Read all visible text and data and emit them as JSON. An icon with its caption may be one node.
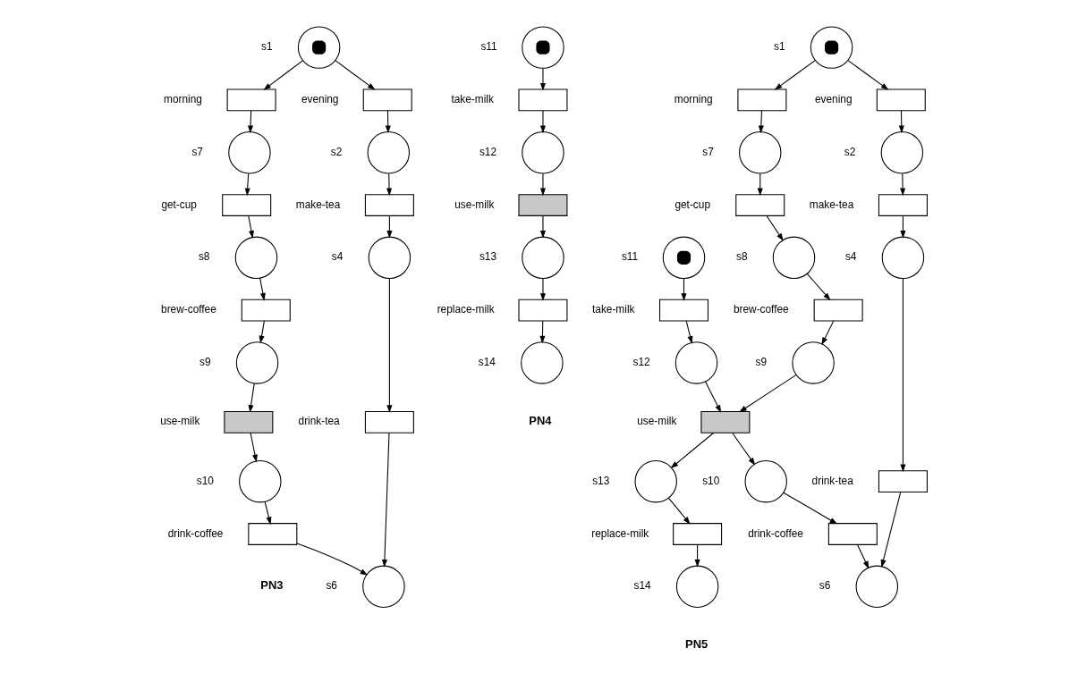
{
  "diagram": {
    "nodes": [
      {
        "text": [],
        "shape": "circle",
        "beside": [
          "s1"
        ]
      },
      {
        "text": [],
        "shape": "box",
        "beside": [
          "morning"
        ]
      },
      {
        "text": [],
        "shape": "circle",
        "beside": [
          "s7"
        ]
      },
      {
        "text": [],
        "shape": "box",
        "beside": [
          "evening"
        ]
      },
      {
        "text": [],
        "shape": "box",
        "beside": [
          "get-cup"
        ]
      },
      {
        "text": [],
        "shape": "circle",
        "beside": [
          "s2"
        ]
      },
      {
        "text": [],
        "shape": "circle",
        "beside": [
          "s8"
        ]
      },
      {
        "text": [],
        "shape": "box",
        "beside": [
          "make-tea"
        ]
      },
      {
        "text": [],
        "shape": "box",
        "beside": [
          "brew-coffee"
        ]
      },
      {
        "text": [],
        "shape": "circle",
        "beside": [
          "s4"
        ]
      },
      {
        "text": [],
        "shape": "circle",
        "beside": [
          "s9"
        ]
      },
      {
        "text": [],
        "shape": "box",
        "beside": [
          "drink-tea"
        ]
      },
      {
        "text": [],
        "shape": "box",
        "beside": [
          "use-milk"
        ]
      },
      {
        "text": [],
        "shape": "circle",
        "beside": [
          "s10"
        ]
      },
      {
        "text": [],
        "shape": "circle",
        "beside": [
          "s6"
        ]
      },
      {
        "text": [],
        "shape": "box",
        "beside": [
          "drink-coffee"
        ]
      },
      {
        "text": [],
        "shape": "circle",
        "beside": [
          "s11"
        ]
      },
      {
        "text": [],
        "shape": "box",
        "beside": [
          "take-milk"
        ]
      },
      {
        "text": [],
        "shape": "circle",
        "beside": [
          "s12"
        ]
      },
      {
        "text": [],
        "shape": "box",
        "beside": [
          "use-milk"
        ]
      },
      {
        "text": [],
        "shape": "circle",
        "beside": [
          "s13"
        ]
      },
      {
        "text": [],
        "shape": "box",
        "beside": [
          "replace-milk"
        ]
      },
      {
        "text": [],
        "shape": "circle",
        "beside": [
          "s14"
        ]
      },
      {
        "text": [],
        "shape": "circle",
        "beside": [
          "s1"
        ]
      },
      {
        "text": [],
        "shape": "box",
        "beside": [
          "morning"
        ]
      },
      {
        "text": [],
        "shape": "circle",
        "beside": [
          "s7"
        ]
      },
      {
        "text": [],
        "shape": "box",
        "beside": [
          "evening"
        ]
      },
      {
        "text": [],
        "shape": "box",
        "beside": [
          "get-cup"
        ]
      },
      {
        "text": [],
        "shape": "circle",
        "beside": [
          "s11"
        ]
      },
      {
        "text": [],
        "shape": "circle",
        "beside": [
          "s2"
        ]
      },
      {
        "text": [],
        "shape": "circle",
        "beside": [
          "s8"
        ]
      },
      {
        "text": [],
        "shape": "box",
        "beside": [
          "take-milk"
        ]
      },
      {
        "text": [],
        "shape": "box",
        "beside": [
          "make-tea"
        ]
      },
      {
        "text": [],
        "shape": "box",
        "beside": [
          "brew-coffee"
        ]
      },
      {
        "text": [],
        "shape": "circle",
        "beside": [
          "s12"
        ]
      },
      {
        "text": [],
        "shape": "circle",
        "beside": [
          "s4"
        ]
      },
      {
        "text": [],
        "shape": "circle",
        "beside": [
          "s9"
        ]
      },
      {
        "text": [],
        "shape": "box",
        "beside": [
          "use-milk"
        ]
      },
      {
        "text": [],
        "shape": "box",
        "beside": [
          "drink-tea"
        ]
      },
      {
        "text": [],
        "shape": "circle",
        "beside": [
          "s13"
        ]
      },
      {
        "text": [],
        "shape": "circle",
        "beside": [
          "s10"
        ]
      },
      {
        "text": [],
        "shape": "box",
        "beside": [
          "replace-milk"
        ]
      },
      {
        "text": [],
        "shape": "circle",
        "beside": [
          "s6"
        ]
      },
      {
        "text": [],
        "shape": "box",
        "beside": [
          "drink-coffee"
        ]
      },
      {
        "text": [],
        "shape": "circle",
        "beside": [
          "s14"
        ]
      }
    ],
    "edges": [
      {
        "from": 0,
        "to": 1,
        "arrow": "to"
      },
      {
        "from": 1,
        "to": 2,
        "arrow": "to"
      },
      {
        "from": 0,
        "to": 3,
        "arrow": "to"
      },
      {
        "from": 2,
        "to": 4,
        "arrow": "to"
      },
      {
        "from": 3,
        "to": 5,
        "arrow": "to"
      },
      {
        "from": 4,
        "to": 6,
        "arrow": "to"
      },
      {
        "from": 5,
        "to": 7,
        "arrow": "to"
      },
      {
        "from": 6,
        "to": 8,
        "arrow": "to"
      },
      {
        "from": 7,
        "to": 9,
        "arrow": "to"
      },
      {
        "from": 8,
        "to": 10,
        "arrow": "to"
      },
      {
        "from": 9,
        "to": 11,
        "arrow": "to"
      },
      {
        "from": 10,
        "to": 12,
        "arrow": "to"
      },
      {
        "from": 11,
        "to": 14,
        "arrow": "to"
      },
      {
        "from": 12,
        "to": 13,
        "arrow": "to"
      },
      {
        "from": 13,
        "to": 15,
        "arrow": "to"
      },
      {
        "from": 15,
        "to": 14,
        "arrow": "to"
      },
      {
        "from": 16,
        "to": 17,
        "arrow": "to"
      },
      {
        "from": 17,
        "to": 18,
        "arrow": "to"
      },
      {
        "from": 18,
        "to": 19,
        "arrow": "to"
      },
      {
        "from": 19,
        "to": 20,
        "arrow": "to"
      },
      {
        "from": 20,
        "to": 21,
        "arrow": "to"
      },
      {
        "from": 21,
        "to": 22,
        "arrow": "to"
      },
      {
        "from": 23,
        "to": 24,
        "arrow": "to"
      },
      {
        "from": 24,
        "to": 25,
        "arrow": "to"
      },
      {
        "from": 23,
        "to": 26,
        "arrow": "to"
      },
      {
        "from": 25,
        "to": 27,
        "arrow": "to"
      },
      {
        "from": 26,
        "to": 29,
        "arrow": "to"
      },
      {
        "from": 27,
        "to": 30,
        "arrow": "to"
      },
      {
        "from": 28,
        "to": 31,
        "arrow": "to"
      },
      {
        "from": 29,
        "to": 32,
        "arrow": "to"
      },
      {
        "from": 30,
        "to": 33,
        "arrow": "to"
      },
      {
        "from": 31,
        "to": 34,
        "arrow": "to"
      },
      {
        "from": 32,
        "to": 35,
        "arrow": "to"
      },
      {
        "from": 33,
        "to": 36,
        "arrow": "to"
      },
      {
        "from": 34,
        "to": 37,
        "arrow": "to"
      },
      {
        "from": 36,
        "to": 37,
        "arrow": "to"
      },
      {
        "from": 35,
        "to": 38,
        "arrow": "to"
      },
      {
        "from": 37,
        "to": 39,
        "arrow": "to"
      },
      {
        "from": 37,
        "to": 40,
        "arrow": "to"
      },
      {
        "from": 38,
        "to": 42,
        "arrow": "to"
      },
      {
        "from": 40,
        "to": 43,
        "arrow": "to"
      },
      {
        "from": 43,
        "to": 42,
        "arrow": "to"
      },
      {
        "from": 39,
        "to": 41,
        "arrow": "to"
      },
      {
        "from": 41,
        "to": 44,
        "arrow": "to"
      }
    ],
    "labels": [
      "PN3",
      "PN4",
      "PN5"
    ]
  }
}
